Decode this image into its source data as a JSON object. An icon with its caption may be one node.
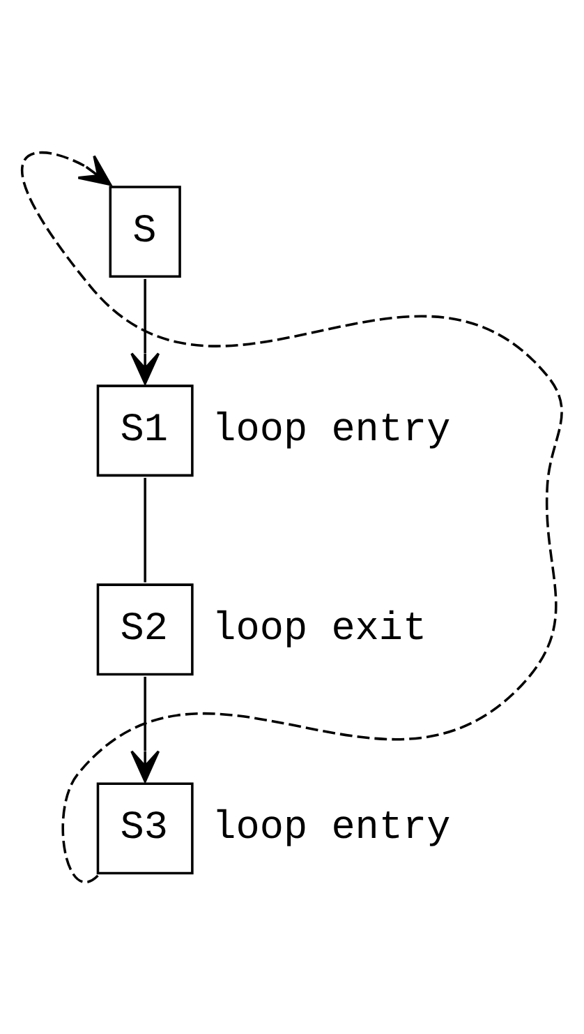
{
  "diagram": {
    "nodes": [
      {
        "text": [
          "S"
        ]
      },
      {
        "text": [
          "S1"
        ],
        "beside": [
          "loop entry"
        ]
      },
      {
        "text": [
          "S2"
        ],
        "beside": [
          "loop exit"
        ]
      },
      {
        "text": [
          "S3"
        ],
        "beside": [
          "loop entry"
        ]
      }
    ],
    "edges": [
      {
        "from": 0,
        "to": 1,
        "arrow": "to"
      },
      {
        "from": 1,
        "to": 2,
        "arrow": "none"
      },
      {
        "from": 2,
        "to": 3,
        "arrow": "to"
      },
      {
        "from": 3,
        "to": 0,
        "arrow": "to",
        "style": "dashed"
      }
    ]
  }
}
